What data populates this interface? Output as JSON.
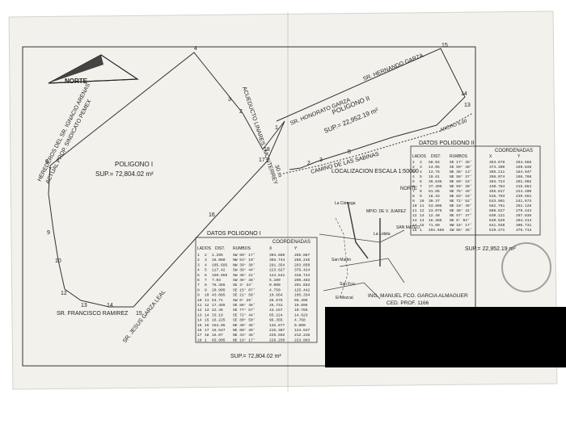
{
  "north_label": "NORTE",
  "poligono1": {
    "title": "POLIGONO I",
    "area": "SUP.= 72,804.02 m²"
  },
  "poligono2": {
    "title": "POLIGONO II",
    "area": "SUP.= 22,952.19 m²"
  },
  "boundary_labels": {
    "herederos": "HEREDEROS DEL SR. IGNACIO ARENAS",
    "actual_prop": "ACTUAL PROP. SINDICATO PEMEX",
    "acueducto": "ACUEDUCTO LINARES - MONTERREY",
    "ancho": "30 m",
    "honorato": "SR. HONORATO GARZA",
    "hernando": "SR. HERNANDO GARZA",
    "camino": "CAMINO DE LAS SABINAS",
    "ancho_camino": "ANCHO 6.00",
    "francisco": "SR. FRANCISCO RAMIREZ",
    "jesus": "SR. JESUS GARZA LEAL"
  },
  "localizacion": {
    "title": "LOCALIZACION ESCALA 1:50000",
    "north": "NORTE",
    "places": [
      "La Ciénega",
      "MPIO. DE V. JUAREZ",
      "SAN MATEO",
      "La Lobita",
      "San Martin",
      "San Fco.",
      "El Mezcal"
    ]
  },
  "tabla1": {
    "title": "DATOS POLIGONO I",
    "headers": [
      "LADOS",
      "DIST.",
      "RUMBOS",
      "X",
      "Y"
    ],
    "coord_header": "COORDENADAS",
    "rows": [
      [
        "1",
        "2",
        "1.295",
        "SW 60° 17'",
        "304.880",
        "285.887"
      ],
      [
        "2",
        "3",
        "16.080",
        "NW 53° 10'",
        "303.744",
        "285.245"
      ],
      [
        "3",
        "4",
        "105.695",
        "NW 39° 38'",
        "291.354",
        "293.850"
      ],
      [
        "4",
        "5",
        "117.42",
        "SW 39° 44'",
        "223.827",
        "376.424"
      ],
      [
        "5",
        "6",
        "150.855",
        "SW 48° 21'",
        "124.541",
        "318.734"
      ],
      [
        "6",
        "7",
        "7.03",
        "SW 46° 38'",
        "5.109",
        "206.483"
      ],
      [
        "7",
        "8",
        "76.365",
        "SE 3° 34'",
        "0.000",
        "201.653"
      ],
      [
        "8",
        "9",
        "20.905",
        "SE 15° 07'",
        "4.750",
        "125.442"
      ],
      [
        "9",
        "10",
        "43.085",
        "SE 21° 58'",
        "10.664",
        "105.334"
      ],
      [
        "10",
        "11",
        "54.71",
        "SW 0° 29'",
        "26.675",
        "65.399"
      ],
      [
        "11",
        "12",
        "17.455",
        "SE 86° 46'",
        "25.731",
        "10.695"
      ],
      [
        "12",
        "13",
        "22.46",
        "SE 77° 57'",
        "43.157",
        "10.765"
      ],
      [
        "13",
        "14",
        "33.19",
        "SE 72° 44'",
        "65.224",
        "14.623"
      ],
      [
        "14",
        "15",
        "16.225",
        "SE 80° 50'",
        "96.355",
        "4.768"
      ],
      [
        "15",
        "16",
        "154.85",
        "NE 40° 46'",
        "132.677",
        "0.000"
      ],
      [
        "16",
        "17",
        "16.547",
        "NE 60° 39'",
        "215.387",
        "124.637"
      ],
      [
        "17",
        "18",
        "16.07",
        "NE 43° 46'",
        "225.592",
        "212.238"
      ],
      [
        "18",
        "1",
        "65.905",
        "NE 19° 17'",
        "226.250",
        "223.883"
      ]
    ],
    "footer": "SUP.= 72,804.02 m²"
  },
  "tabla2": {
    "title": "DATOS POLIGONO II",
    "headers": [
      "LADOS",
      "DIST.",
      "RUMBOS",
      "X",
      "Y"
    ],
    "coord_header": "COORDENADAS",
    "rows": [
      [
        "1",
        "2",
        "58.04",
        "SE 17° 45'",
        "353.678",
        "264.566"
      ],
      [
        "2",
        "3",
        "14.05",
        "SE 59° 40'",
        "374.390",
        "199.838"
      ],
      [
        "3",
        "4",
        "13.76",
        "NE 36° 13'",
        "395.211",
        "184.947"
      ],
      [
        "4",
        "5",
        "10.61",
        "NE 56° 37'",
        "396.074",
        "196.760"
      ],
      [
        "5",
        "6",
        "36.635",
        "NE 69° 16'",
        "404.724",
        "201.902"
      ],
      [
        "6",
        "7",
        "37.495",
        "NE 59° 30'",
        "440.784",
        "215.864"
      ],
      [
        "7",
        "8",
        "61.86",
        "NE 75° 49'",
        "455.817",
        "224.400"
      ],
      [
        "8",
        "9",
        "18.33",
        "NE 83° 18'",
        "515.793",
        "239.551"
      ],
      [
        "9",
        "10",
        "30.37",
        "NE 71° 52'",
        "533.901",
        "241.673"
      ],
      [
        "10",
        "11",
        "53.805",
        "NE 18° 49'",
        "562.761",
        "251.126"
      ],
      [
        "11",
        "12",
        "23.075",
        "NE 46° 41'",
        "608.627",
        "279.444"
      ],
      [
        "12",
        "13",
        "12.40",
        "NE 57° 37'",
        "630.121",
        "287.836"
      ],
      [
        "13",
        "14",
        "16.385",
        "NE 6° 04'",
        "640.529",
        "294.414"
      ],
      [
        "14",
        "15",
        "71.60",
        "NW 18° 17'",
        "641.938",
        "306.731"
      ],
      [
        "15",
        "1",
        "291.585",
        "SW 65° 45'",
        "619.471",
        "376.713"
      ]
    ],
    "footer": "SUP.= 22,952.19 m²"
  },
  "firma": {
    "nombre": "ING. MANUEL FCO. GARCIA ALMAGUER",
    "cedula": "CED. PROF. 1166"
  }
}
